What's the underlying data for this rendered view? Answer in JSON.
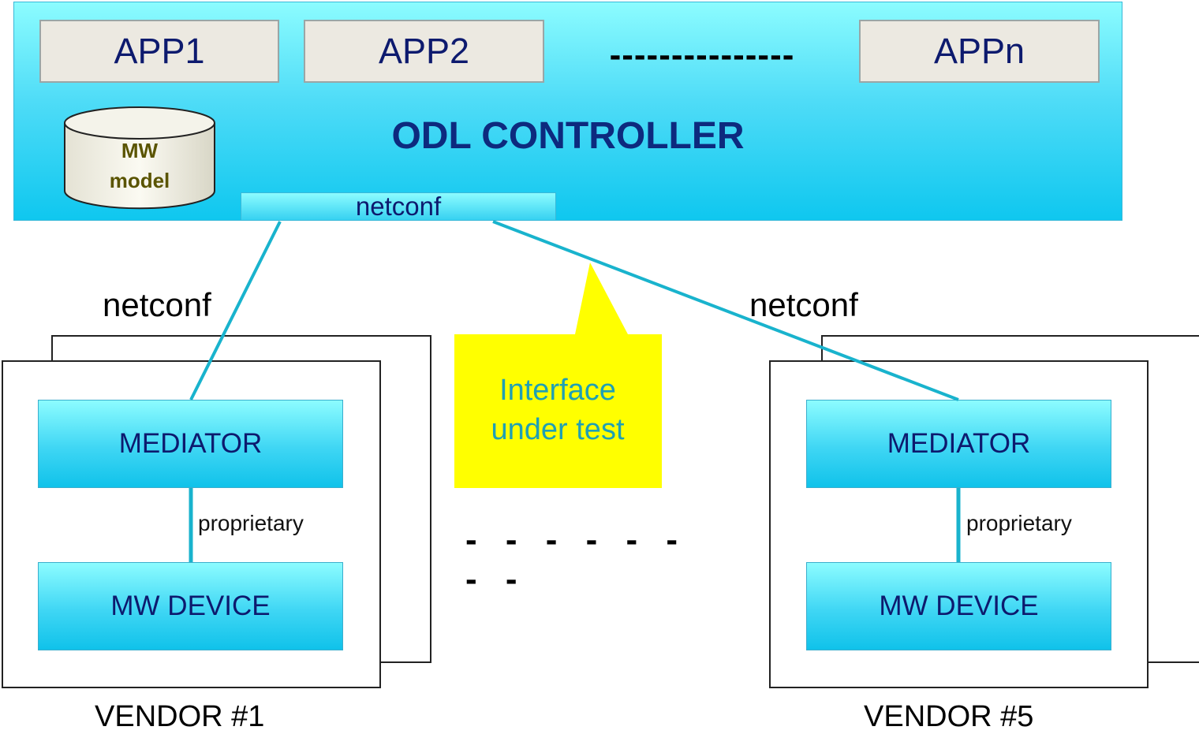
{
  "controller": {
    "title": "ODL CONTROLLER",
    "apps": [
      "APP1",
      "APP2",
      "APPn"
    ],
    "apps_ellipsis": "---------------",
    "db_label_line1": "MW",
    "db_label_line2": "model",
    "port_label": "netconf"
  },
  "links": {
    "left_label": "netconf",
    "right_label": "netconf"
  },
  "callout": {
    "line1": "Interface",
    "line2": "under test",
    "color": "#ffff00"
  },
  "vendors": [
    {
      "name": "VENDOR #1",
      "mediator": "MEDIATOR",
      "device": "MW DEVICE",
      "link": "proprietary"
    },
    {
      "name": "VENDOR #5",
      "mediator": "MEDIATOR",
      "device": "MW DEVICE",
      "link": "proprietary"
    }
  ],
  "vendors_ellipsis": "- - - - - - - -"
}
